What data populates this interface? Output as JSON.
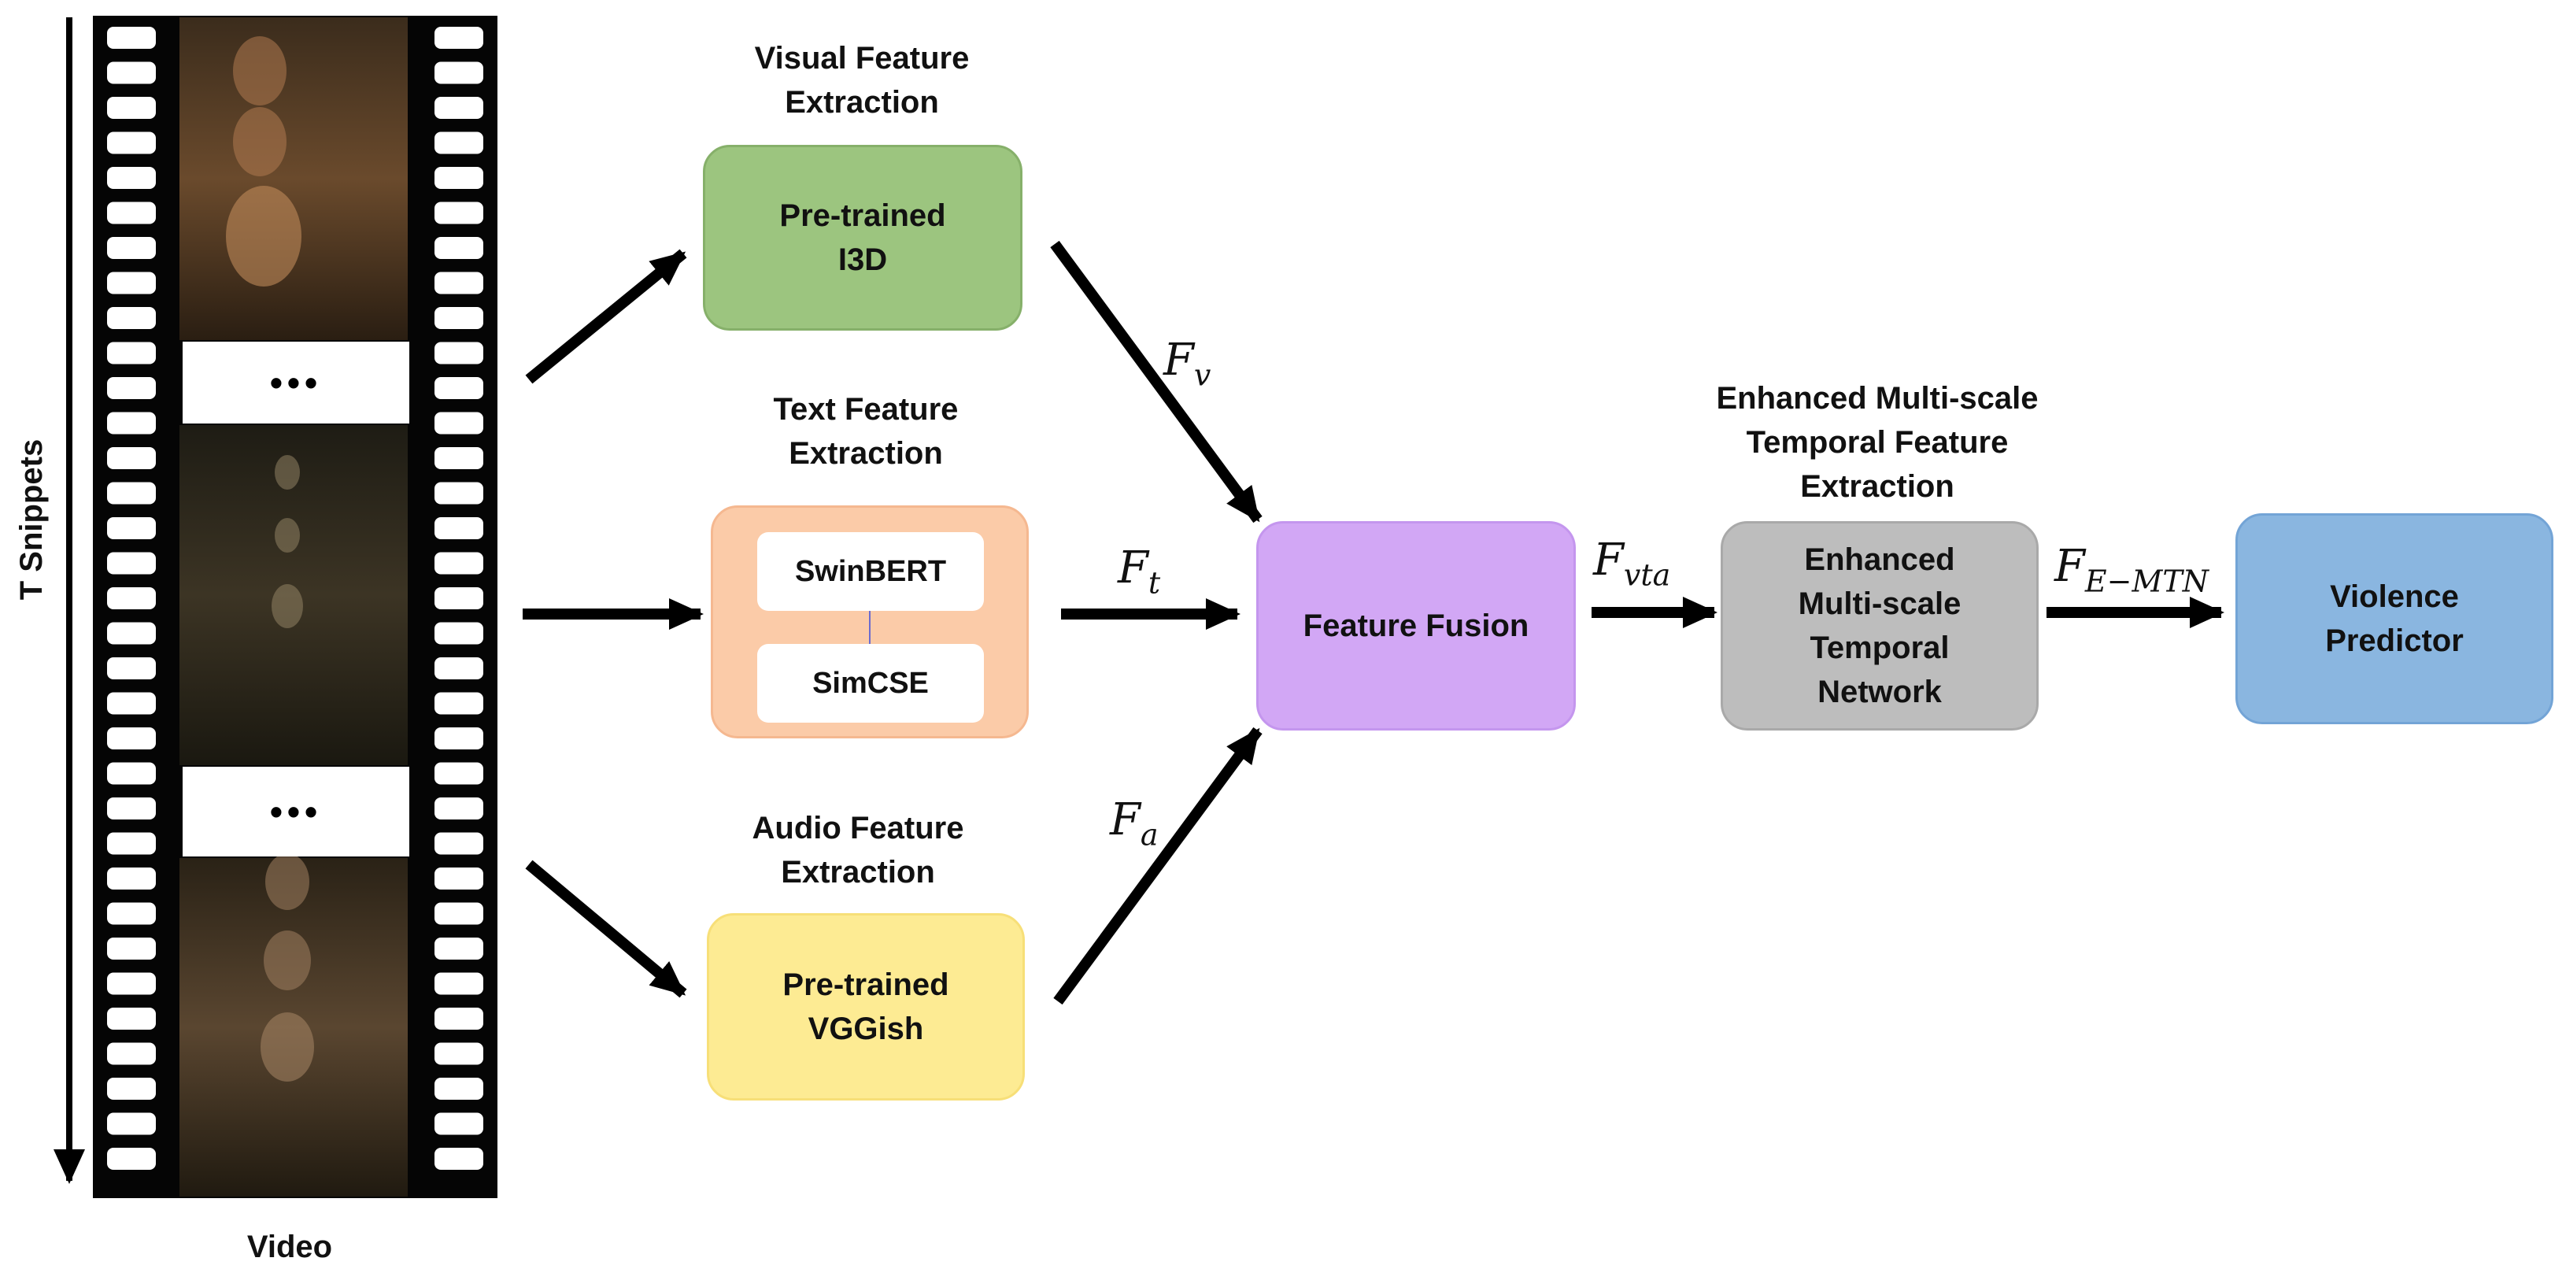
{
  "video": {
    "label": "Video",
    "axis_label": "T Snippets",
    "ellipsis": "•••"
  },
  "visual": {
    "heading": "Visual Feature\nExtraction",
    "box": "Pre-trained\nI3D",
    "color": "#9cc57f"
  },
  "text": {
    "heading": "Text Feature\nExtraction",
    "model_1": "SwinBERT",
    "model_2": "SimCSE",
    "color": "#fbcba8"
  },
  "audio": {
    "heading": "Audio Feature\nExtraction",
    "box": "Pre-trained\nVGGish",
    "color": "#fdeb93"
  },
  "fusion": {
    "box": "Feature Fusion",
    "color": "#d2a7f5"
  },
  "temporal": {
    "heading": "Enhanced Multi-scale\nTemporal Feature\nExtraction",
    "box": "Enhanced\nMulti-scale\nTemporal\nNetwork",
    "color": "#bdbdbd"
  },
  "predictor": {
    "box": "Violence\nPredictor",
    "color": "#8ab6e0"
  },
  "symbols": {
    "fv": {
      "base": "F",
      "sub": "v"
    },
    "ft": {
      "base": "F",
      "sub": "t"
    },
    "fa": {
      "base": "F",
      "sub": "a"
    },
    "fvta": {
      "base": "F",
      "sub": "vta"
    },
    "femtn": {
      "base": "F",
      "sub": "E−MTN"
    }
  }
}
